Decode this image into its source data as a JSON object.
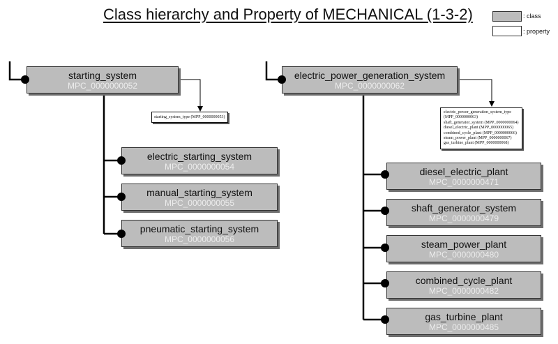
{
  "title": "Class hierarchy and Property of MECHANICAL (1-3-2)",
  "legend": {
    "class_label": ": class",
    "property_label": ": property"
  },
  "colors": {
    "class_fill": "#bcbcbc",
    "class_code_text": "#ececec",
    "shadow": "#6e6e6e"
  },
  "left_tree": {
    "root": {
      "name": "starting_system",
      "code": "MPC_0000000052"
    },
    "property_list": [
      "starting_system_type (MPP_0000000053)"
    ],
    "children": [
      {
        "name": "electric_starting_system",
        "code": "MPC_0000000054"
      },
      {
        "name": "manual_starting_system",
        "code": "MPC_0000000055"
      },
      {
        "name": "pneumatic_starting_system",
        "code": "MPC_0000000056"
      }
    ]
  },
  "right_tree": {
    "root": {
      "name": "electric_power_generation_system",
      "code": "MPC_0000000062"
    },
    "property_list": [
      "electric_power_generation_system_type",
      "(MPP_0000000063)",
      "shaft_generator_system (MPP_0000000064)",
      "diesel_electric_plant (MPP_0000000065)",
      "combined_cycle_plant (MPP_0000000066)",
      "steam_power_plant (MPP_0000000067)",
      "gas_turbine_plant (MPP_0000000068)"
    ],
    "children": [
      {
        "name": "diesel_electric_plant",
        "code": "MPC_0000000471"
      },
      {
        "name": "shaft_generator_system",
        "code": "MPC_0000000479"
      },
      {
        "name": "steam_power_plant",
        "code": "MPC_0000000480"
      },
      {
        "name": "combined_cycle_plant",
        "code": "MPC_0000000482"
      },
      {
        "name": "gas_turbine_plant",
        "code": "MPC_0000000485"
      }
    ]
  }
}
